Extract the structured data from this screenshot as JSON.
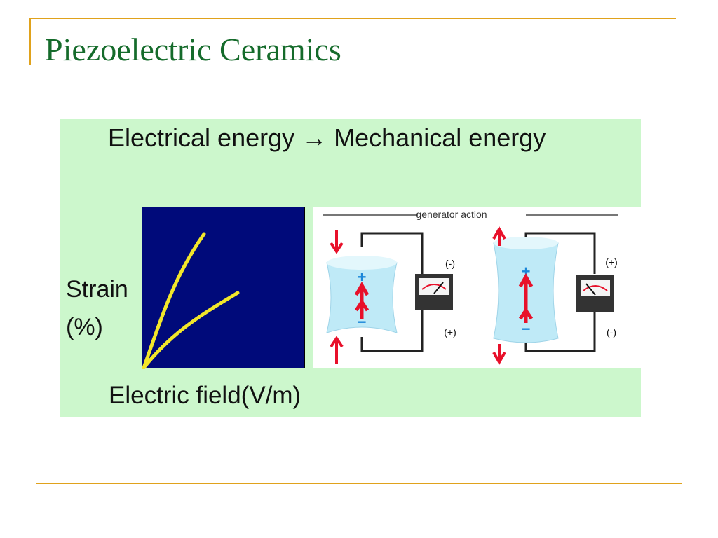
{
  "slide": {
    "title": "Piezoelectric Ceramics"
  },
  "figure": {
    "caption_top": "Electrical energy → Mechanical energy",
    "caption_bottom": "Electric field(V/m)",
    "y_label_line1": "Strain",
    "y_label_line2": "(%)",
    "generator": {
      "header": "generator action",
      "left_top_polarity": "(-)",
      "left_bottom_polarity": "(+)",
      "right_top_polarity": "(+)",
      "right_bottom_polarity": "(-)",
      "plus_sign": "+",
      "minus_sign": "−"
    }
  },
  "colors": {
    "accent_rule": "#e0a21c",
    "title": "#156b2b",
    "panel": "#ccf7cc",
    "graph_bg": "#000a7a",
    "curve": "#f2e62a",
    "cylinder": "#bfeaf7",
    "arrow": "#e8102a"
  }
}
